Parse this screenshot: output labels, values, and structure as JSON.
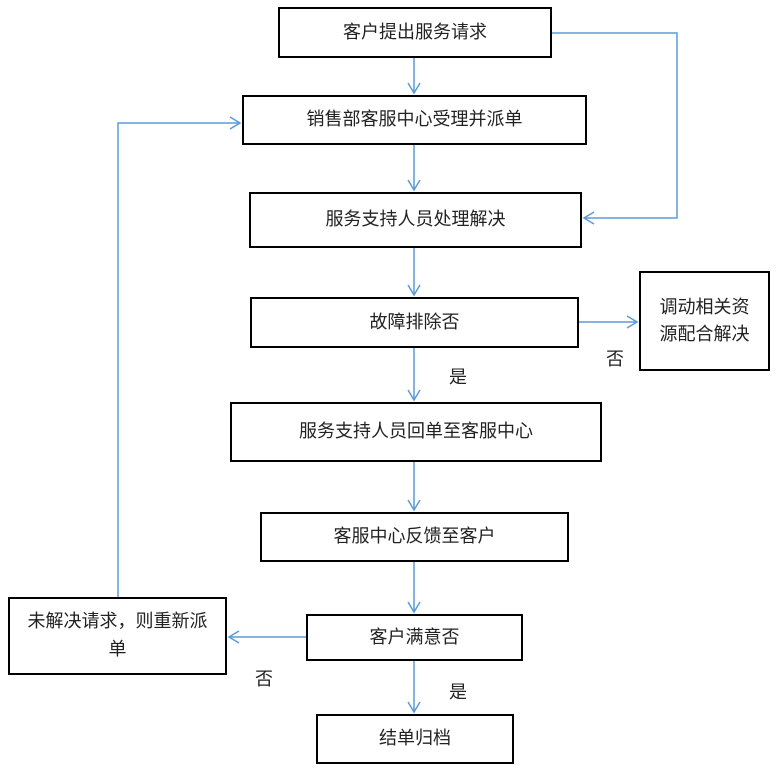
{
  "flowchart": {
    "nodes": {
      "request": "客户提出服务请求",
      "dispatch": "销售部客服中心受理并派单",
      "support": "服务支持人员处理解决",
      "fault_cleared": "故障排除否",
      "coordinate_resources": "调动相关资源配合解决",
      "return_ticket": "服务支持人员回单至客服中心",
      "feedback": "客服中心反馈至客户",
      "satisfied": "客户满意否",
      "redispatch": "未解决请求，则重新派单",
      "close_ticket": "结单归档"
    },
    "edge_labels": {
      "fault_no": "否",
      "fault_yes": "是",
      "satisfied_no": "否",
      "satisfied_yes": "是"
    }
  },
  "colors": {
    "connector": "#5b9bd5",
    "box_border": "#000000",
    "text": "#222222"
  }
}
